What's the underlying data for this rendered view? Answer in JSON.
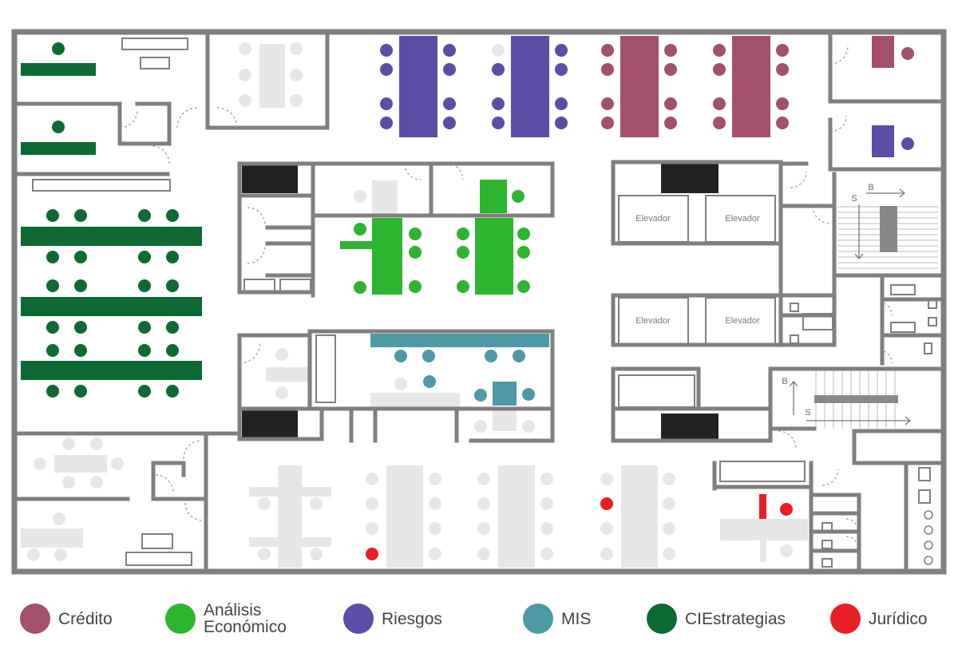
{
  "colors": {
    "wall": "#7f7f7f",
    "furniture": "#e6e6e6",
    "credito": "#a44f6c",
    "analisis": "#2db52f",
    "riesgos": "#5a4ea6",
    "mis": "#4d9aa6",
    "ciestrategias": "#0d6a33",
    "juridico": "#ea1f25",
    "dark": "#222222"
  },
  "rooms": {
    "elevator_label": "Elevador",
    "stair_down": "B",
    "stair_up": "S"
  },
  "legend": [
    {
      "key": "credito",
      "label": "Crédito",
      "color": "#a44f6c"
    },
    {
      "key": "analisis",
      "label": "Análisis\nEconómico",
      "color": "#2db52f"
    },
    {
      "key": "riesgos",
      "label": "Riesgos",
      "color": "#5a4ea6"
    },
    {
      "key": "mis",
      "label": "MIS",
      "color": "#4d9aa6"
    },
    {
      "key": "ciestrategias",
      "label": "CIEstrategias",
      "color": "#0d6a33"
    },
    {
      "key": "juridico",
      "label": "Jurídico",
      "color": "#ea1f25"
    }
  ]
}
